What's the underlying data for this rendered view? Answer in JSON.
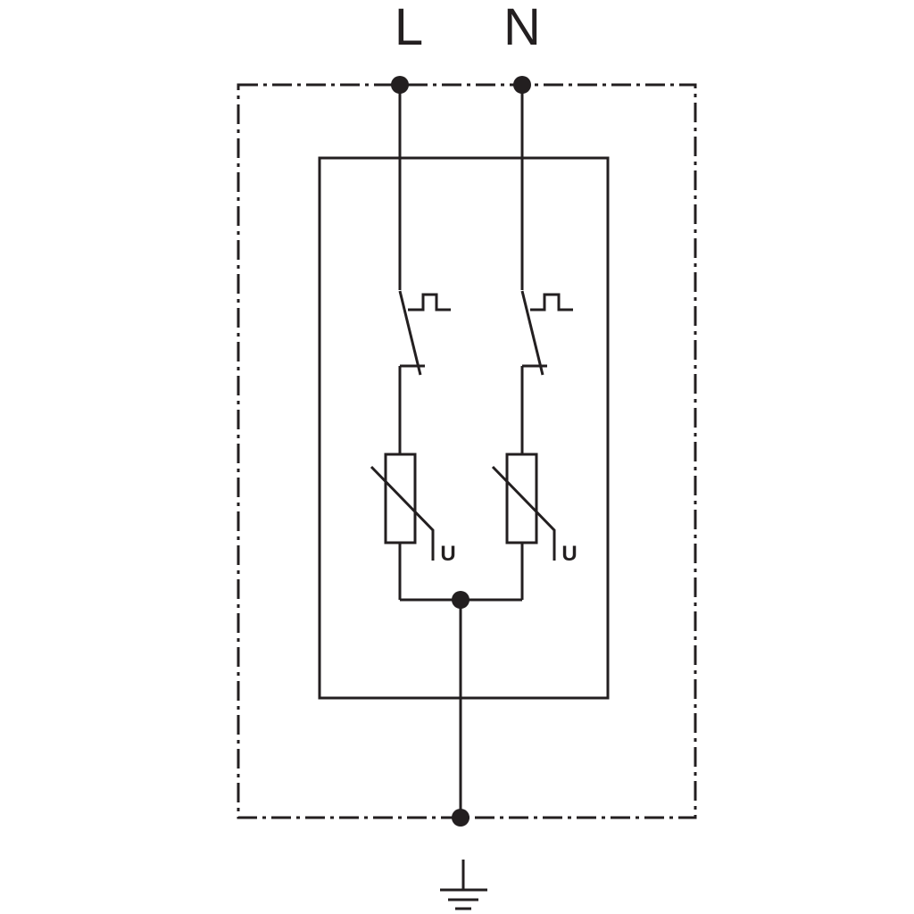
{
  "terminals": {
    "line_label": "L",
    "neutral_label": "N"
  },
  "varistors": {
    "line_varistor_label": "U",
    "neutral_varistor_label": "U"
  },
  "colors": {
    "stroke": "#231f20",
    "background": "#ffffff"
  },
  "icons": {
    "ground": "ground-icon"
  }
}
